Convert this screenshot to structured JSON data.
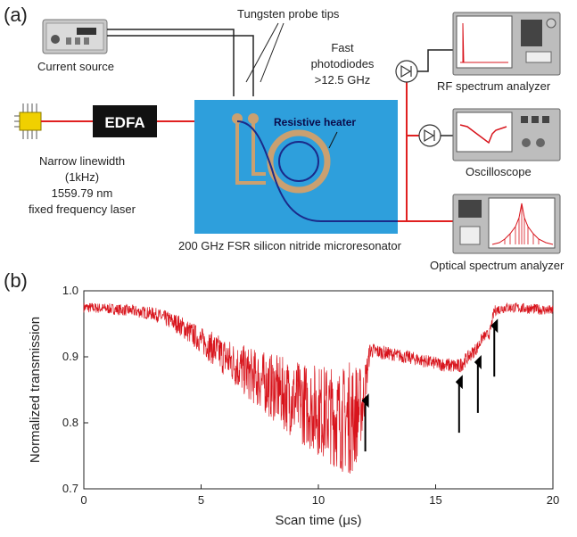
{
  "panel_a": {
    "label": "(a)",
    "labels": {
      "tungsten": "Tungsten probe tips",
      "current_source": "Current source",
      "fast_pd_1": "Fast",
      "fast_pd_2": "photodiodes",
      "fast_pd_3": ">12.5 GHz",
      "rf_analyzer": "RF spectrum analyzer",
      "oscilloscope": "Oscilloscope",
      "osa": "Optical spectrum analyzer",
      "edfa": "EDFA",
      "heater": "Resistive heater",
      "laser_1": "Narrow linewidth",
      "laser_2": "(1kHz)",
      "laser_3": "1559.79 nm",
      "laser_4": "fixed frequency laser",
      "microresonator": "200 GHz FSR silicon nitride microresonator"
    },
    "colors": {
      "chip": "#2e9fdc",
      "fiber": "#e02020",
      "waveguide": "#1a2a8a",
      "heater": "#caa070",
      "laser": "#f0d000"
    }
  },
  "panel_b": {
    "label": "(b)",
    "chart_data": {
      "type": "line",
      "xlabel": "Scan time (μs)",
      "ylabel": "Normalized transmission",
      "xlim": [
        0,
        20
      ],
      "ylim": [
        0.7,
        1.0
      ],
      "xticks": [
        0,
        5,
        10,
        15,
        20
      ],
      "yticks": [
        0.7,
        0.8,
        0.9,
        1.0
      ],
      "x": [
        0,
        1,
        2,
        3,
        4,
        5,
        6,
        7,
        8,
        9,
        10,
        11,
        11.5,
        11.9,
        12.2,
        13,
        14,
        15,
        16,
        16.4,
        16.8,
        17,
        17.3,
        17.5,
        18,
        19,
        20
      ],
      "y": [
        0.975,
        0.973,
        0.97,
        0.965,
        0.95,
        0.925,
        0.9,
        0.875,
        0.855,
        0.835,
        0.82,
        0.805,
        0.81,
        0.83,
        0.91,
        0.905,
        0.898,
        0.89,
        0.885,
        0.9,
        0.915,
        0.93,
        0.935,
        0.97,
        0.975,
        0.973,
        0.97
      ],
      "noise_amplitude": [
        0.008,
        0.008,
        0.009,
        0.01,
        0.015,
        0.02,
        0.03,
        0.04,
        0.05,
        0.06,
        0.07,
        0.08,
        0.09,
        0.05,
        0.012,
        0.01,
        0.01,
        0.01,
        0.012,
        0.01,
        0.01,
        0.008,
        0.008,
        0.008,
        0.008,
        0.008,
        0.008
      ],
      "arrows_x": [
        12,
        16,
        16.8,
        17.5
      ],
      "color": "#d8141c"
    }
  }
}
